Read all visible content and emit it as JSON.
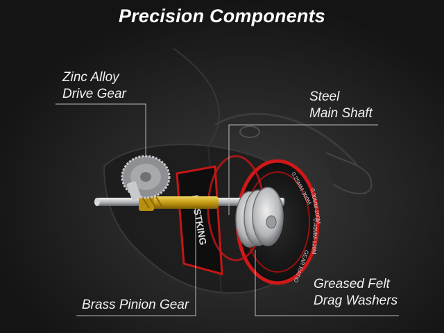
{
  "title": "Precision Components",
  "labels": {
    "zinc_alloy": [
      "Zinc Alloy",
      "Drive Gear"
    ],
    "steel": [
      "Steel",
      "Main Shaft"
    ],
    "brass": "Brass Pinion Gear",
    "felt": [
      "Greased Felt",
      "Drag Washers"
    ]
  },
  "spool_text": [
    "0.25MM-300M",
    "0.30MM-200M",
    "0.40MM-120M",
    "GEAR RATIO"
  ],
  "brand_text": "KASTKING",
  "colors": {
    "background": "#1a1a1a",
    "accent_red": "#d01818",
    "brass": "#c8a418",
    "steel": "#b9bcc0"
  }
}
